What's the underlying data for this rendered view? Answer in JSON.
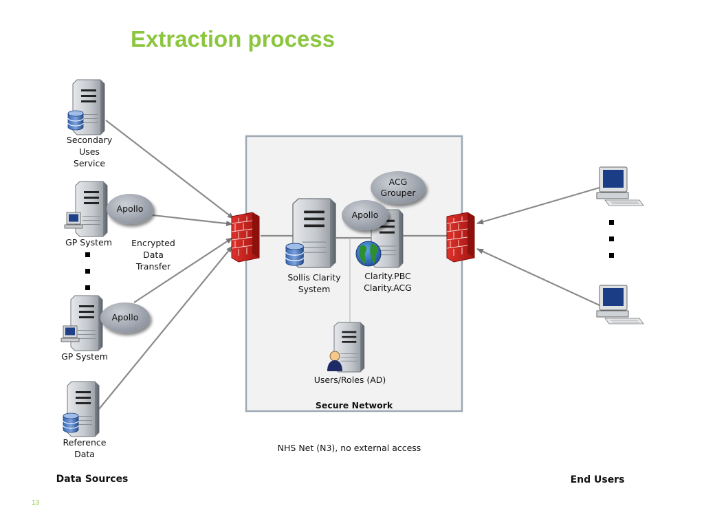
{
  "title": "Extraction process",
  "sources": {
    "secondary_uses": "Secondary\nUses\nService",
    "gp_system_1": "GP System",
    "gp_system_2": "GP System",
    "reference_data": "Reference\nData",
    "apollo_1": "Apollo",
    "apollo_2": "Apollo",
    "encrypted_transfer": "Encrypted\nData\nTransfer",
    "footer_label": "Data Sources"
  },
  "secure_network": {
    "label": "Secure Network",
    "sollis": "Sollis Clarity\nSystem",
    "clarity": "Clarity.PBC\nClarity.ACG",
    "acg_grouper": "ACG\nGrouper",
    "apollo": "Apollo",
    "users_roles": "Users/Roles (AD)"
  },
  "nhs_net": "NHS Net (N3), no external access",
  "end_users": {
    "footer_label": "End Users"
  },
  "page_number": "13",
  "colors": {
    "title": "#8cc63f",
    "firewall": "#c8221e",
    "network_box": "#f2f2f2"
  }
}
